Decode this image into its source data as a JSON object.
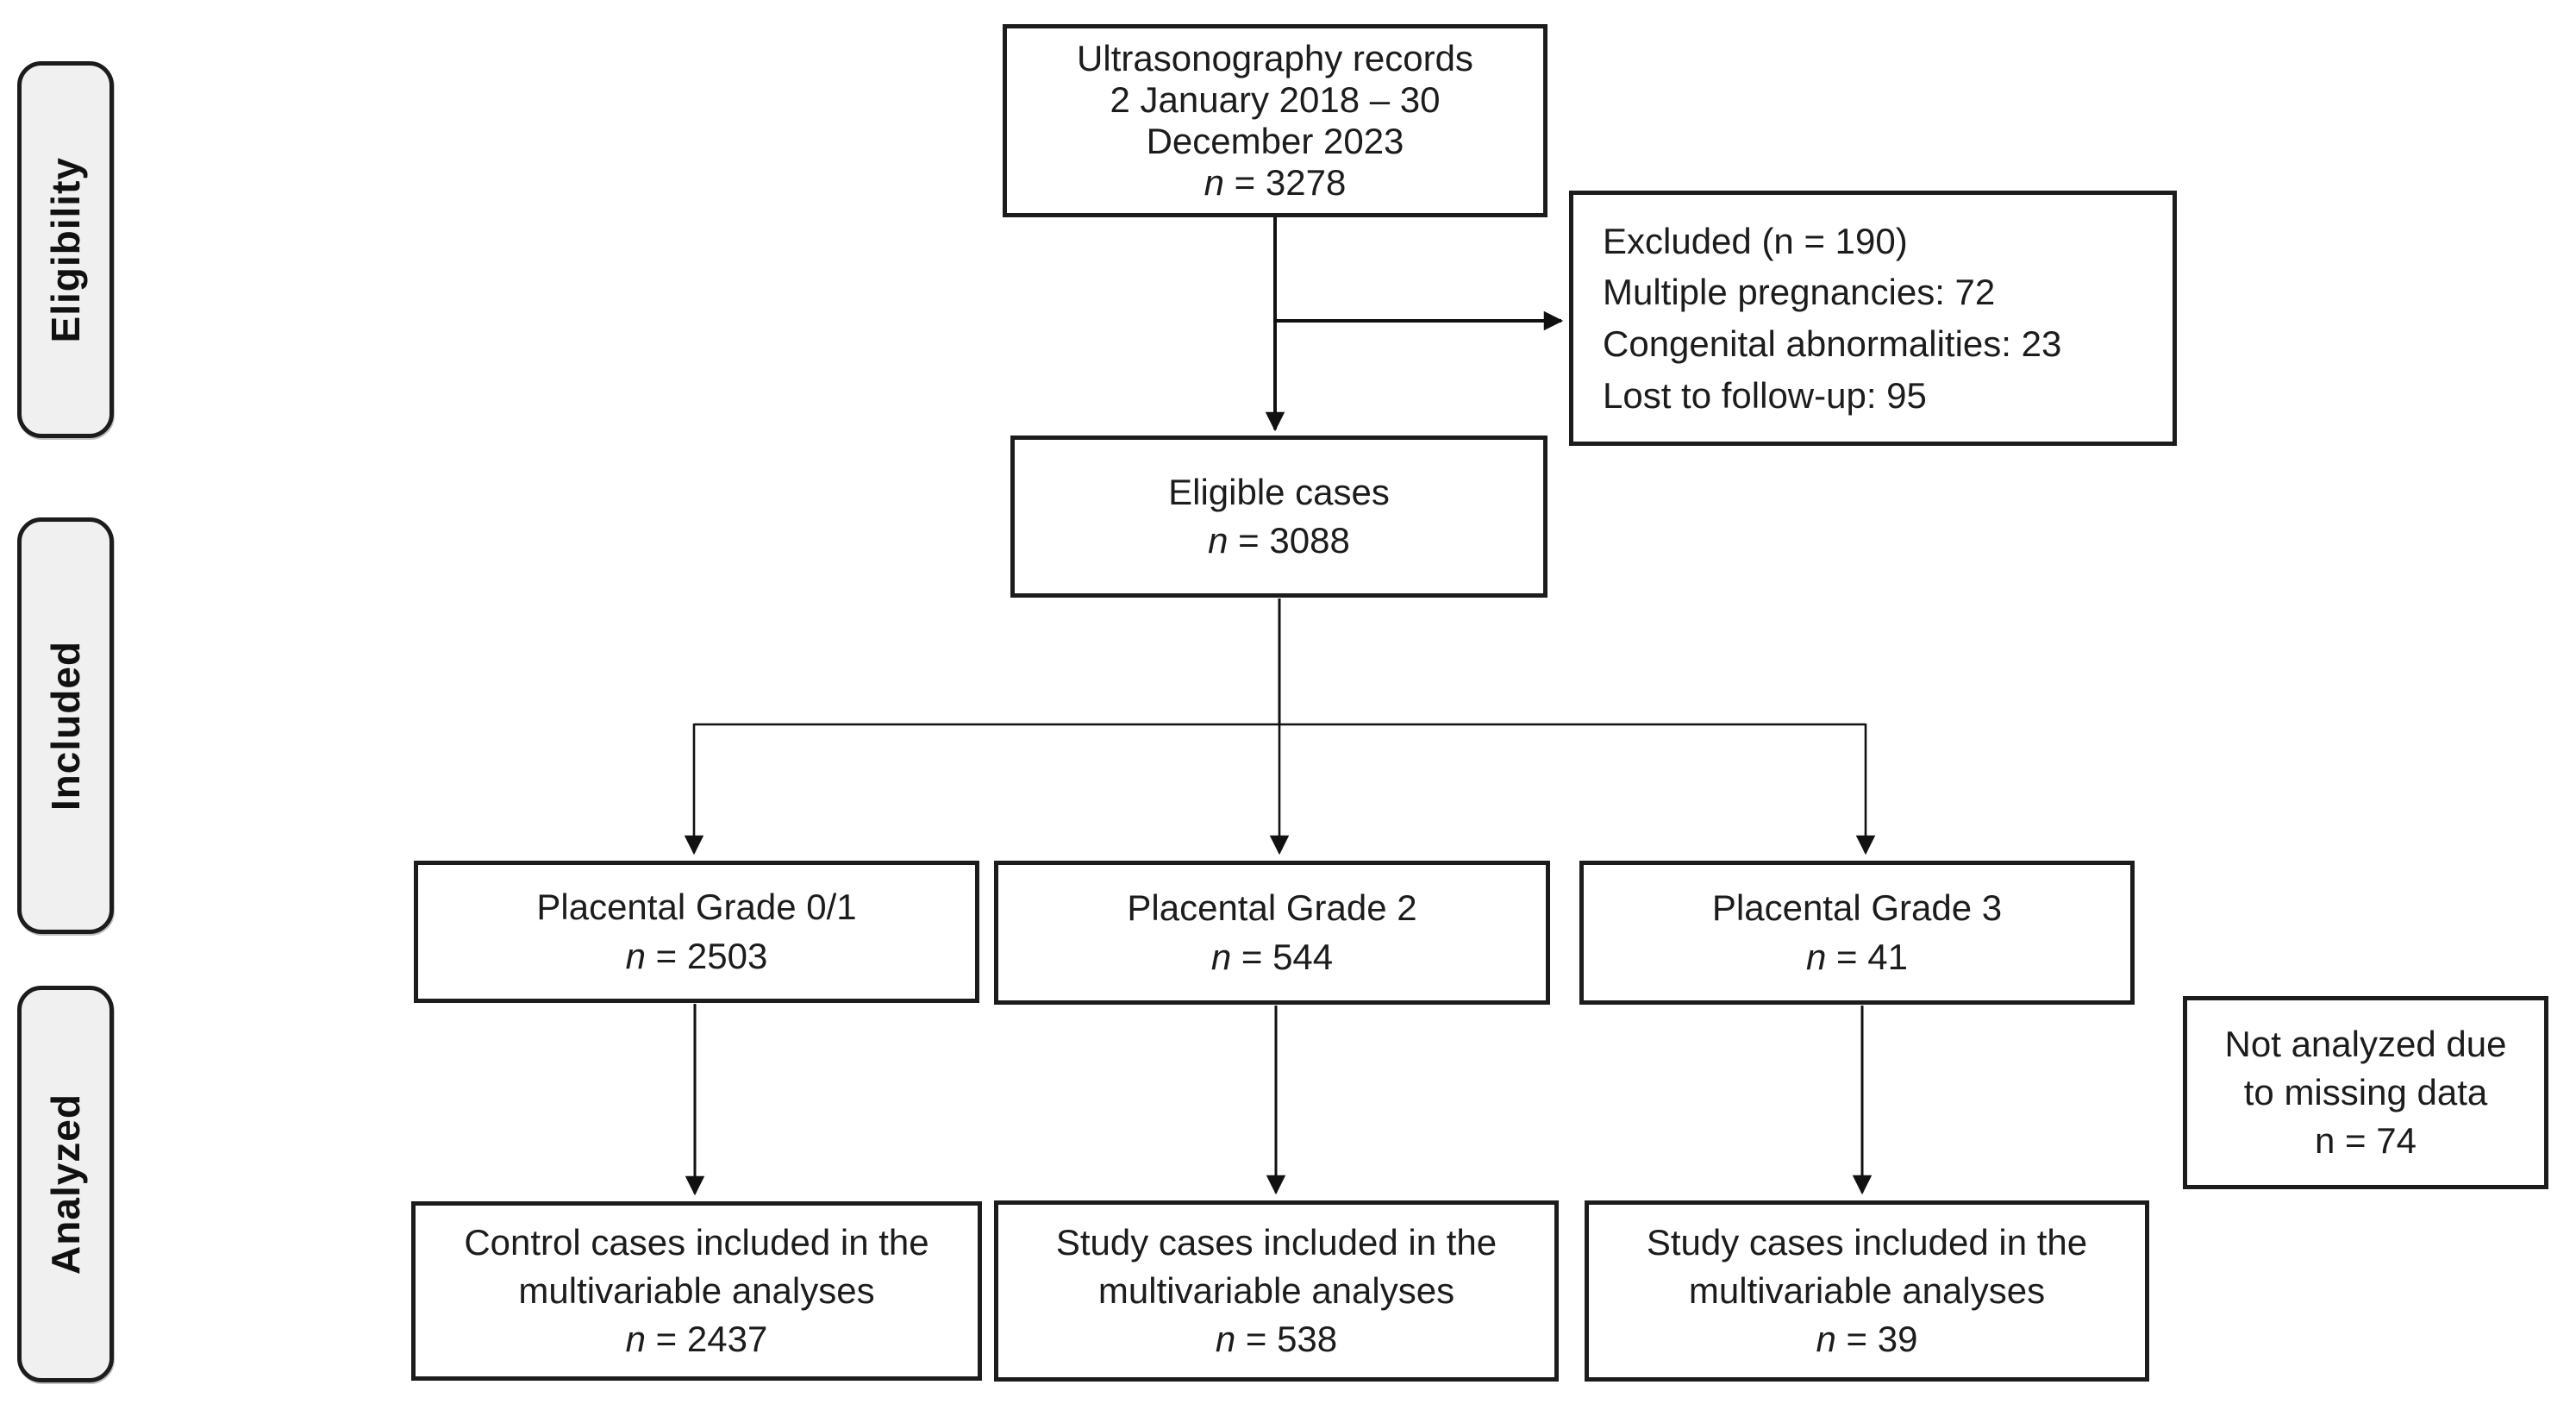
{
  "diagram": {
    "stages": {
      "eligibility": "Eligibility",
      "included": "Included",
      "analyzed": "Analyzed"
    },
    "boxes": {
      "records": {
        "line1": "Ultrasonography records",
        "line2": "2 January 2018 – 30",
        "line3": "December 2023",
        "n_var": "n",
        "n_rest": " = 3278"
      },
      "excluded": {
        "line1": "Excluded (n = 190)",
        "line2": "Multiple pregnancies: 72",
        "line3": "Congenital abnormalities: 23",
        "line4": "Lost to follow-up: 95"
      },
      "eligible": {
        "line1": "Eligible cases",
        "n_var": "n",
        "n_rest": " = 3088"
      },
      "grade01": {
        "line1": "Placental Grade 0/1",
        "n_var": "n",
        "n_rest": " = 2503"
      },
      "grade2": {
        "line1": "Placental Grade 2",
        "n_var": "n",
        "n_rest": " = 544"
      },
      "grade3": {
        "line1": "Placental Grade 3",
        "n_var": "n",
        "n_rest": " = 41"
      },
      "not_analyzed": {
        "line1": "Not analyzed due",
        "line2": "to missing data",
        "line3": "n = 74"
      },
      "control_analyzed": {
        "line1": "Control cases included in the",
        "line2": "multivariable analyses",
        "n_var": "n",
        "n_rest": " = 2437"
      },
      "study2_analyzed": {
        "line1": "Study cases included in the",
        "line2": "multivariable analyses",
        "n_var": "n",
        "n_rest": " = 538"
      },
      "study3_analyzed": {
        "line1": "Study cases included in the",
        "line2": "multivariable analyses",
        "n_var": "n",
        "n_rest": " = 39"
      }
    },
    "colors": {
      "border": "#1c1c1c",
      "stage_fill": "#f0f0f0",
      "background": "#ffffff",
      "text": "#1c1c1c"
    }
  }
}
